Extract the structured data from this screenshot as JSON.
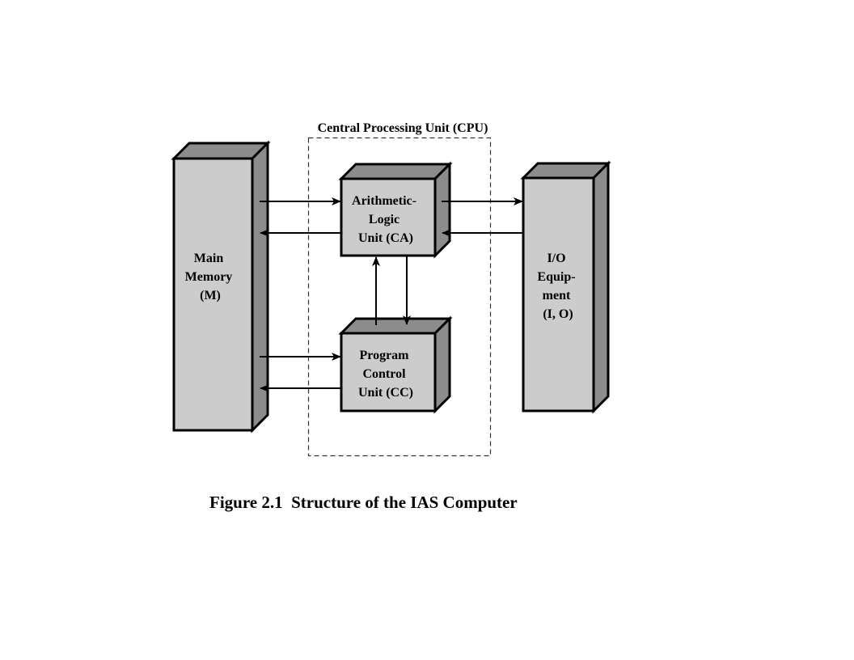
{
  "diagram": {
    "cpu_label": "Central Processing Unit (CPU)",
    "main_memory": {
      "lines": [
        "Main",
        "Memory",
        "(M)"
      ]
    },
    "alu": {
      "lines": [
        "Arithmetic-",
        "Logic",
        "Unit (CA)"
      ]
    },
    "pcu": {
      "lines": [
        "Program",
        "Control",
        "Unit (CC)"
      ]
    },
    "io": {
      "lines": [
        "I/O",
        "Equip-",
        "ment",
        "(I, O)"
      ]
    },
    "caption": "Figure 2.1  Structure of the IAS Computer",
    "colors": {
      "front_face": "#cccccc",
      "side_face": "#8c8c8c",
      "outline": "#000000"
    },
    "connections": [
      {
        "from": "main_memory",
        "to": "alu"
      },
      {
        "from": "alu",
        "to": "main_memory"
      },
      {
        "from": "alu",
        "to": "io"
      },
      {
        "from": "io",
        "to": "alu"
      },
      {
        "from": "pcu",
        "to": "alu"
      },
      {
        "from": "alu",
        "to": "pcu"
      },
      {
        "from": "main_memory",
        "to": "pcu"
      },
      {
        "from": "pcu",
        "to": "main_memory"
      }
    ]
  }
}
